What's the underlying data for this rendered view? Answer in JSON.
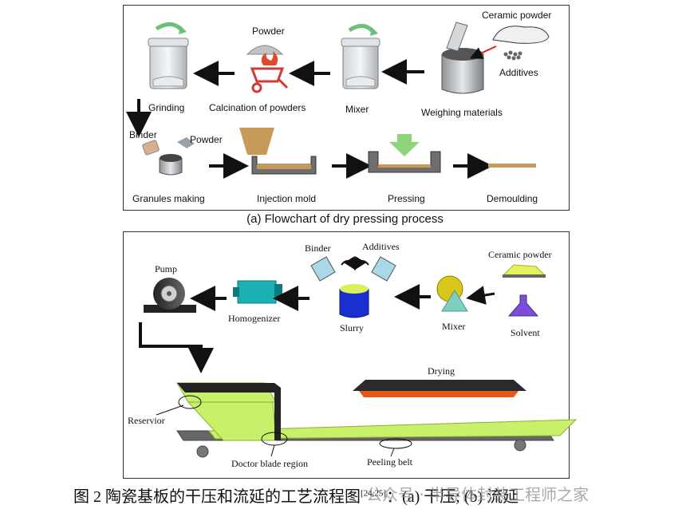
{
  "panel_a": {
    "labels": {
      "ceramic_powder": "Ceramic powder",
      "additives": "Additives",
      "powder": "Powder",
      "grinding": "Grinding",
      "calcination": "Calcination of powders",
      "mixer": "Mixer",
      "weighing": "Weighing materials",
      "binder": "Binder",
      "powder2": "Powder",
      "granules": "Granules making",
      "injection": "Injection mold",
      "pressing": "Pressing",
      "demoulding": "Demoulding"
    },
    "caption": "(a) Flowchart of dry pressing process"
  },
  "panel_b": {
    "labels": {
      "pump": "Pump",
      "binder": "Binder",
      "additives": "Additives",
      "ceramic_powder": "Ceramic powder",
      "homogenizer": "Homogenizer",
      "slurry": "Slurry",
      "mixer": "Mixer",
      "solvent": "Solvent",
      "drying": "Drying",
      "reservoir": "Reservior",
      "doctor_blade": "Doctor blade region",
      "peeling_belt": "Peeling belt"
    }
  },
  "figure_caption": {
    "text": "图 2  陶瓷基板的干压和流延的工艺流程图",
    "ref": "[24,25]",
    "tail": "：(a)  干压; (b)  流延"
  },
  "watermark": "公众号 · 半导体封装工程师之家",
  "colors": {
    "arrow": "#111111",
    "green_arrow": "#8fd47a",
    "mold_fill": "#c89a5a",
    "tape_green": "#c8f06a",
    "slurry_blue": "#1a2fd0",
    "homogenizer_teal": "#1bb0b4",
    "mixer_yellow": "#d9c81a",
    "solvent_purple": "#7a4fd8"
  }
}
